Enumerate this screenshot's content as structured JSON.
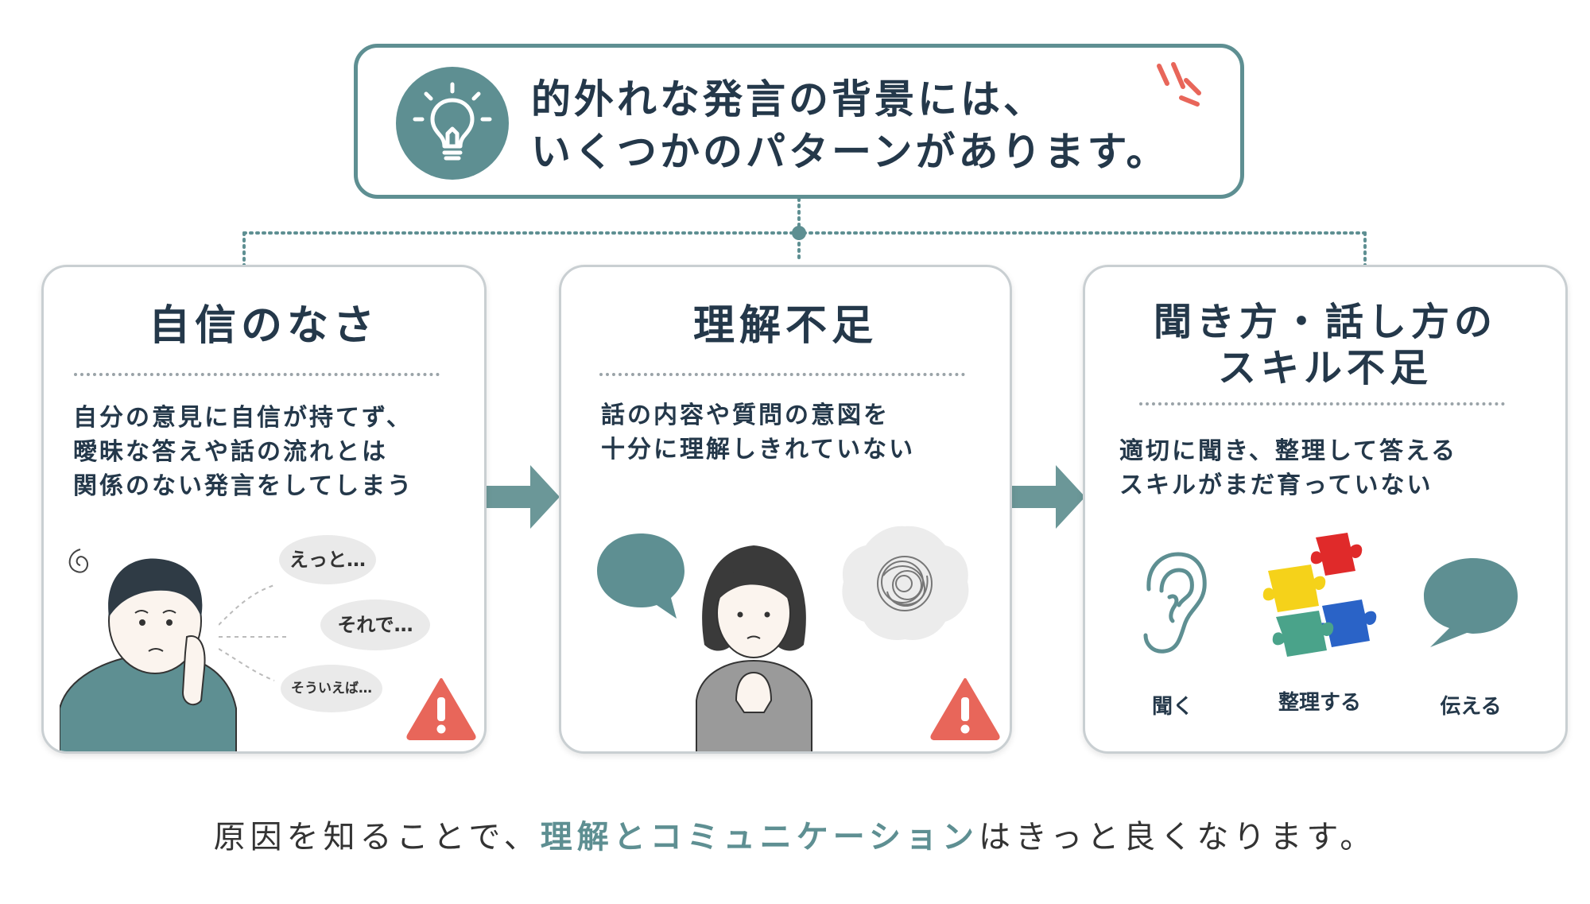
{
  "header": {
    "line1": "的外れな発言の背景には、",
    "line2": "いくつかのパターンがあります。",
    "bulb_icon": "lightbulb-icon",
    "accent_color": "#5e8f92"
  },
  "cards": [
    {
      "title": "自信のなさ",
      "desc": [
        "自分の意見に自信が持てず、",
        "曖昧な答えや話の流れとは",
        "関係のない発言をしてしまう"
      ],
      "bubbles": [
        "えっと…",
        "それで…",
        "そういえば…"
      ],
      "warning_icon": "warning-icon"
    },
    {
      "title": "理解不足",
      "desc": [
        "話の内容や質問の意図を",
        "十分に理解しきれていない"
      ],
      "warning_icon": "warning-icon"
    },
    {
      "title_lines": [
        "聞き方・話し方の",
        "スキル不足"
      ],
      "desc": [
        "適切に聞き、整理して答える",
        "スキルがまだ育っていない"
      ],
      "icons": [
        {
          "label": "聞く",
          "icon": "ear-icon"
        },
        {
          "label": "整理する",
          "icon": "puzzle-icon"
        },
        {
          "label": "伝える",
          "icon": "speech-bubble-icon"
        }
      ]
    }
  ],
  "footer": {
    "before": "原因を知ることで、",
    "highlight": "理解とコミュニケーション",
    "after": "はきっと良くなります。"
  },
  "colors": {
    "teal": "#5e8f92",
    "warning": "#e8665a",
    "text": "#24384a"
  }
}
